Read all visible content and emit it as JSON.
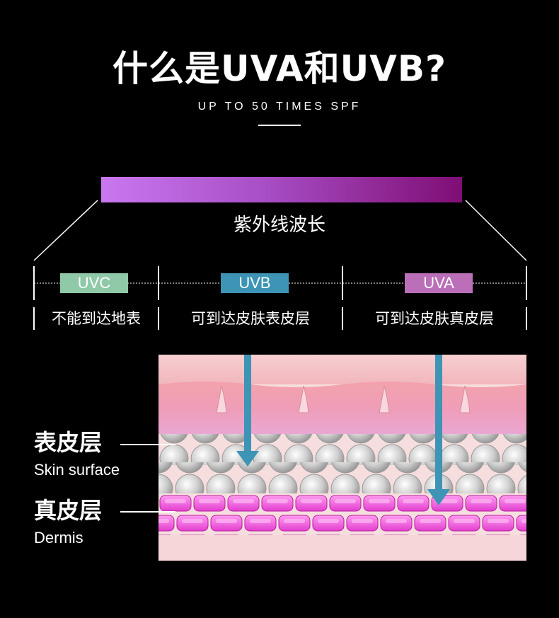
{
  "header": {
    "title": "什么是UVA和UVB?",
    "subtitle": "UP TO 50 TIMES SPF"
  },
  "spectrum": {
    "label": "紫外线波长",
    "colors": {
      "start": "#c978f0",
      "end": "#7f0e74"
    }
  },
  "bands": [
    {
      "tag": "UVC",
      "desc": "不能到达地表",
      "color": "#8fc9a8"
    },
    {
      "tag": "UVB",
      "desc": "可到达皮肤表皮层",
      "color": "#3d94b5"
    },
    {
      "tag": "UVA",
      "desc": "可到达皮肤真皮层",
      "color": "#bb6fb9"
    }
  ],
  "layers": [
    {
      "name_cn": "表皮层",
      "name_en": "Skin surface"
    },
    {
      "name_cn": "真皮层",
      "name_en": "Dermis"
    }
  ],
  "arrow_color": "#3d94b5"
}
